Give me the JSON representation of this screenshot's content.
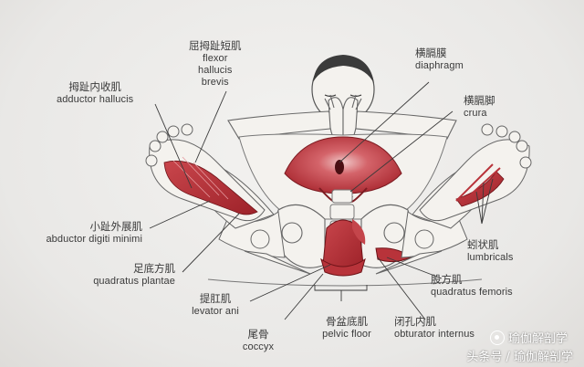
{
  "labels": {
    "flexor_hallucis_brevis": {
      "zh": "屈拇趾短肌",
      "en": [
        "flexor",
        "hallucis",
        "brevis"
      ]
    },
    "diaphragm": {
      "zh": "横膈膜",
      "en": [
        "diaphragm"
      ]
    },
    "crura": {
      "zh": "横膈脚",
      "en": [
        "crura"
      ]
    },
    "adductor_hallucis": {
      "zh": "拇趾内收肌",
      "en": [
        "adductor hallucis"
      ]
    },
    "abductor_digiti_minimi": {
      "zh": "小趾外展肌",
      "en": [
        "abductor digiti minimi"
      ]
    },
    "quadratus_plantae": {
      "zh": "足底方肌",
      "en": [
        "quadratus plantae"
      ]
    },
    "levator_ani": {
      "zh": "提肛肌",
      "en": [
        "levator ani"
      ]
    },
    "coccyx": {
      "zh": "尾骨",
      "en": [
        "coccyx"
      ]
    },
    "pelvic_floor": {
      "zh": "骨盆底肌",
      "en": [
        "pelvic floor"
      ]
    },
    "obturator_internus": {
      "zh": "闭孔内肌",
      "en": [
        "obturator internus"
      ]
    },
    "quadratus_femoris": {
      "zh": "股方肌",
      "en": [
        "quadratus femoris"
      ]
    },
    "lumbricals": {
      "zh": "蚓状肌",
      "en": [
        "lumbricals"
      ]
    }
  },
  "watermark": {
    "top": "瑜伽解剖学",
    "bottom": "头条号 / 瑜伽解剖学"
  },
  "colors": {
    "muscle": "#b8333a",
    "muscle_light": "#d9727a",
    "bone": "#f4f2ee",
    "outline": "#6a6a6a",
    "leader": "#3a3a3a"
  }
}
